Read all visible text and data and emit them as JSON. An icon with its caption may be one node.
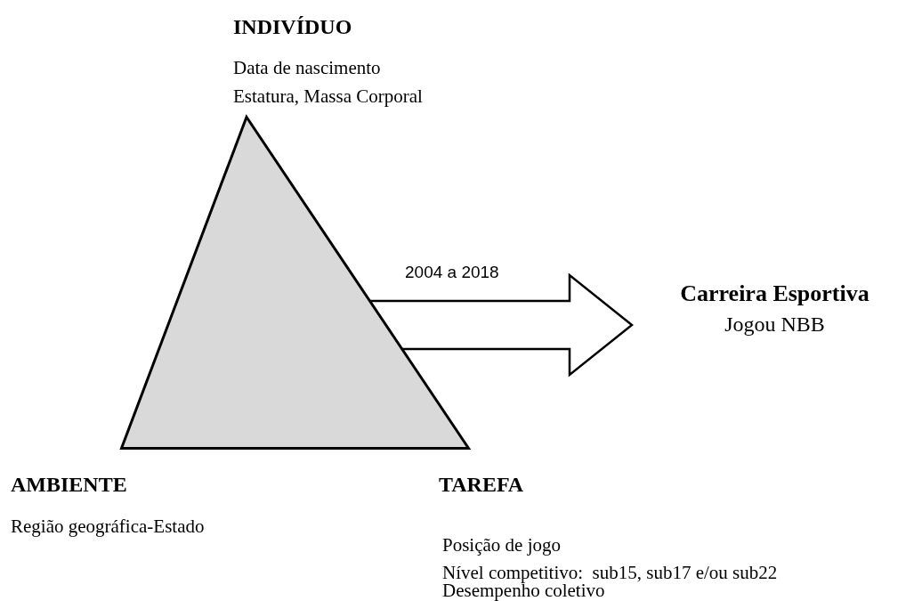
{
  "diagram": {
    "nodes": [
      {
        "text": [],
        "shape": "triangle"
      },
      {
        "text": [
          "Carreira Esportiva",
          "Jogou NBB"
        ]
      }
    ],
    "edges": [
      {
        "from": 0,
        "to": 1,
        "arrow": "to",
        "label": "2004 a 2018",
        "style": "thick"
      }
    ],
    "labels": [
      "INDIVÍDUO",
      "Data de nascimento",
      "Estatura, Massa Corporal",
      "AMBIENTE",
      "Região geográfica-Estado",
      "TAREFA",
      "Posição de jogo",
      "Nível competitivo:  sub15, sub17 e/ou sub22",
      "Desempenho coletivo"
    ]
  }
}
